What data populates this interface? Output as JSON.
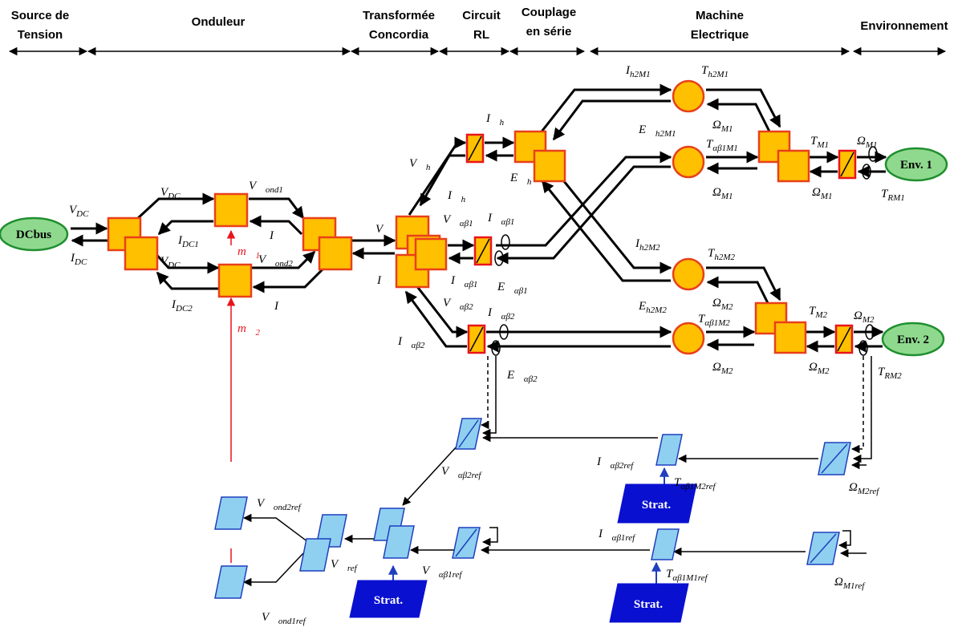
{
  "headers": [
    {
      "l1": "Source de",
      "l2": "Tension"
    },
    {
      "l1": "Onduleur",
      "l2": ""
    },
    {
      "l1": "Transformée",
      "l2": "Concordia"
    },
    {
      "l1": "Circuit",
      "l2": "RL"
    },
    {
      "l1": "Couplage",
      "l2": "en série"
    },
    {
      "l1": "Machine",
      "l2": "Electrique"
    },
    {
      "l1": "Environnement",
      "l2": ""
    }
  ],
  "sources": {
    "dcbus": "DCbus",
    "env1": "Env. 1",
    "env2": "Env. 2"
  },
  "strat": "Strat.",
  "labels": {
    "vdc1": "V_DC",
    "idc1": "I_DC",
    "vdc2": "V_DC",
    "idc_c1": "I_DC1",
    "vdc3": "V_DC",
    "idc_c2": "I_DC2",
    "vond1": "V⃗_ond1",
    "vond2": "V⃗_ond2",
    "i_up": "I⃗",
    "i_low": "I⃗",
    "m1": "m⃗_1",
    "m2": "m⃗_2",
    "v_main": "V⃗",
    "i_main": "I⃗",
    "vh": "V⃗_h",
    "ih_low": "I⃗_h",
    "ih_top": "I⃗_h",
    "eh": "E⃗_h",
    "vab1": "V⃗_αβ1",
    "iab1_low": "I⃗_αβ1",
    "iab1_top": "I⃗_αβ1",
    "eab1": "E⃗_αβ1",
    "vab2": "V⃗_αβ2",
    "iab2_left": "I⃗_αβ2",
    "iab2_top": "I⃗_αβ2",
    "eab2": "E⃗_αβ2",
    "ih2m1": "I_h2M1",
    "th2m1": "T_h2M1",
    "eh2m1": "E⃗_h2M1",
    "om_m1_a": "Ω_M1",
    "tab1m1": "T_αβ1M1",
    "om_m1_b": "Ω_M1",
    "tm1": "T_M1",
    "om_m1_c": "Ω_M1",
    "om_m1_d": "Ω_M1",
    "trm1": "T_RM1",
    "ih2m2": "I_h2M2",
    "th2m2": "T_h2M2",
    "eh2m2": "E_h2M2",
    "om_m2_a": "Ω_M2",
    "tab1m2": "T_αβ1M2",
    "om_m2_b": "Ω_M2",
    "tm2": "T_M2",
    "om_m2_c": "Ω_M2",
    "om_m2_d": "Ω_M2",
    "trm2": "T_RM2",
    "vab2ref": "V⃗_αβ2ref",
    "iab2ref": "I⃗_αβ2ref",
    "tab1m2ref": "T_αβ1M2ref",
    "om_m2ref": "Ω_M2ref",
    "vond2ref": "V⃗_ond2ref",
    "vond1ref": "V⃗_ond1ref",
    "vref": "V⃗_ref",
    "vab1ref": "V⃗_αβ1ref",
    "iab1ref": "I⃗_αβ1ref",
    "tab1m1ref": "T_αβ1M1ref",
    "om_m1ref": "Ω_M1ref"
  },
  "colors": {
    "block_fill": "#ffc000",
    "block_stroke": "#e8401a",
    "control_fill": "#8fd0f0",
    "control_stroke": "#1f3fbf",
    "strategy_fill": "#0a10d0",
    "source_fill": "#8fd98f",
    "source_stroke": "#1f8f2f",
    "modulation": "#e8141b"
  }
}
